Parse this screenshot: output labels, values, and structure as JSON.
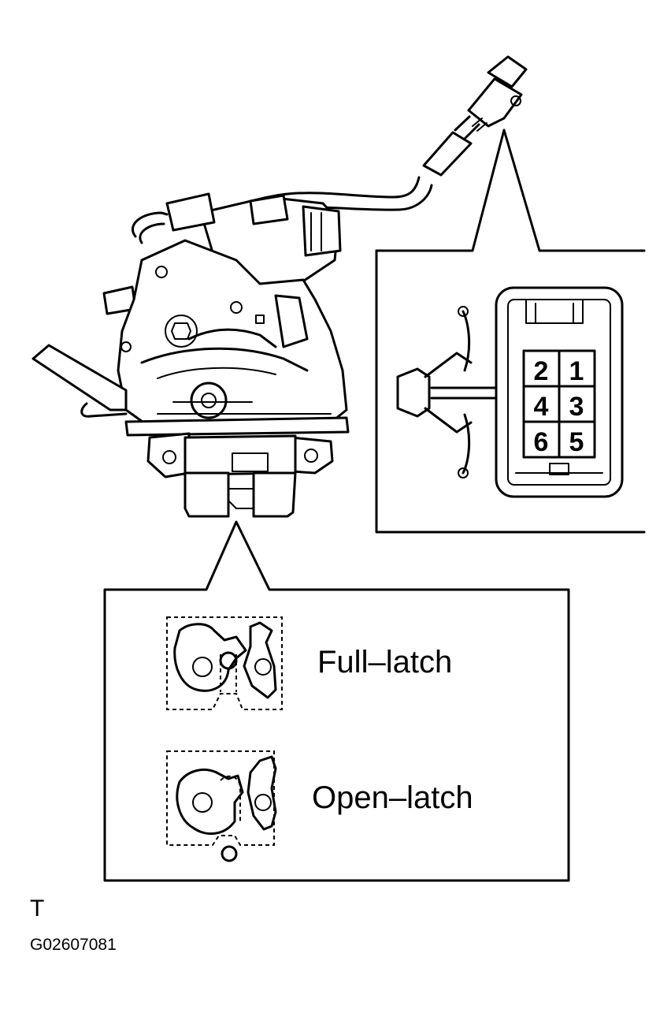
{
  "labels": {
    "full_latch": "Full–latch",
    "open_latch": "Open–latch",
    "corner_mark": "T",
    "figure_code": "G02607081"
  },
  "connector": {
    "pins": [
      "2",
      "1",
      "4",
      "3",
      "6",
      "5"
    ]
  }
}
